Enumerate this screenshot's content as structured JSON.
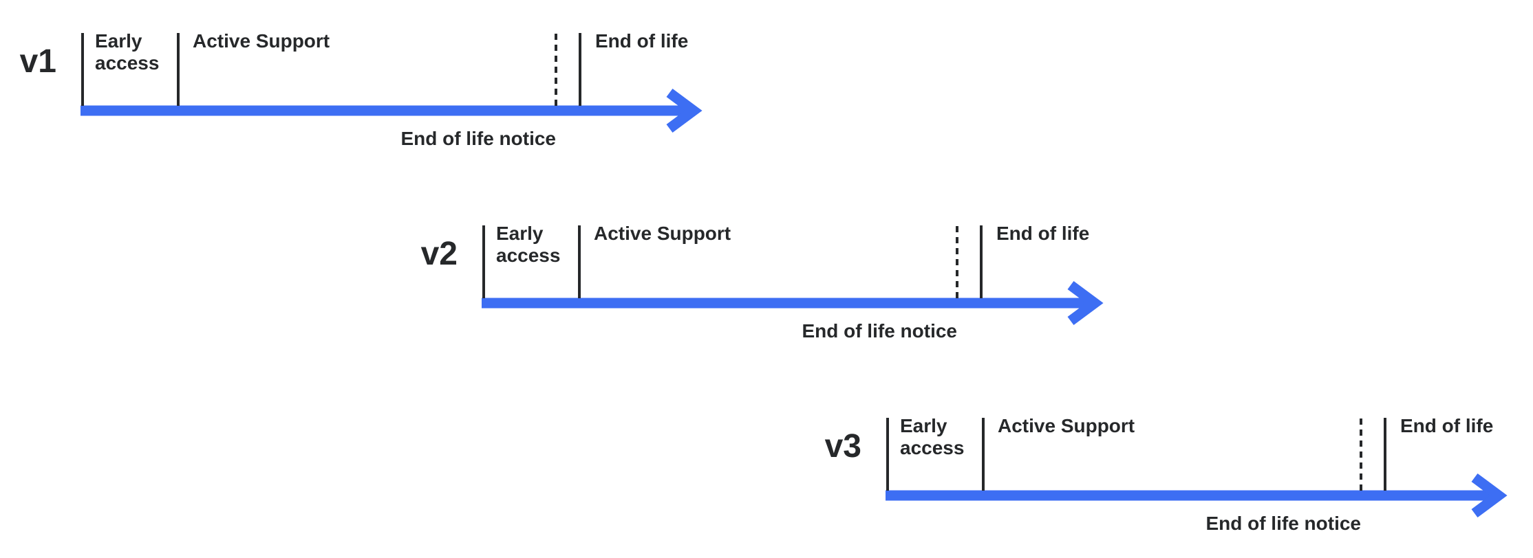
{
  "diagram": {
    "background": "#ffffff",
    "ink_color": "#26282a",
    "accent_color": "#3d6ef3",
    "rows": [
      {
        "version": "v1"
      },
      {
        "version": "v2"
      },
      {
        "version": "v3"
      }
    ],
    "phase_labels": {
      "early_access": "Early\naccess",
      "active_support": "Active Support",
      "end_of_life": "End of life",
      "end_of_life_notice": "End of life notice"
    }
  }
}
